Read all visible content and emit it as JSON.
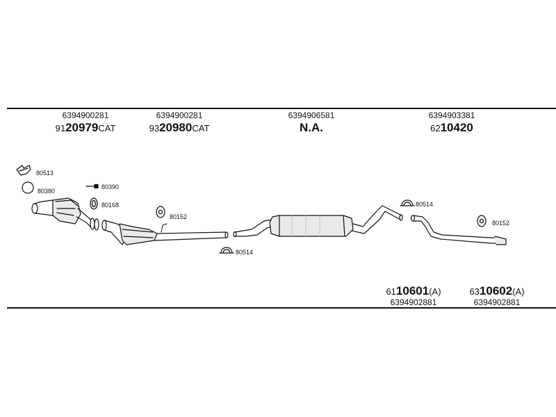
{
  "top_parts": [
    {
      "oe": "6394900281",
      "prefix": "91",
      "main": "20979",
      "suffix": "CAT"
    },
    {
      "oe": "6394900281",
      "prefix": "93",
      "main": "20980",
      "suffix": "CAT"
    },
    {
      "oe": "6394906581",
      "prefix": "",
      "main": "N.A.",
      "suffix": ""
    },
    {
      "oe": "6394903381",
      "prefix": "62",
      "main": "10420",
      "suffix": ""
    }
  ],
  "bottom_parts": [
    {
      "oe": "6394902881",
      "prefix": "61",
      "main": "10601",
      "suffix": "(A)"
    },
    {
      "oe": "6394902881",
      "prefix": "63",
      "main": "10602",
      "suffix": "(A)"
    }
  ],
  "accessory_labels": {
    "a80513": "80513",
    "a80380": "80380",
    "a80390": "80390",
    "a80168": "80168",
    "a80152_left": "80152",
    "a80514_left": "80514",
    "a80514_right": "80514",
    "a80152_right": "80152"
  }
}
